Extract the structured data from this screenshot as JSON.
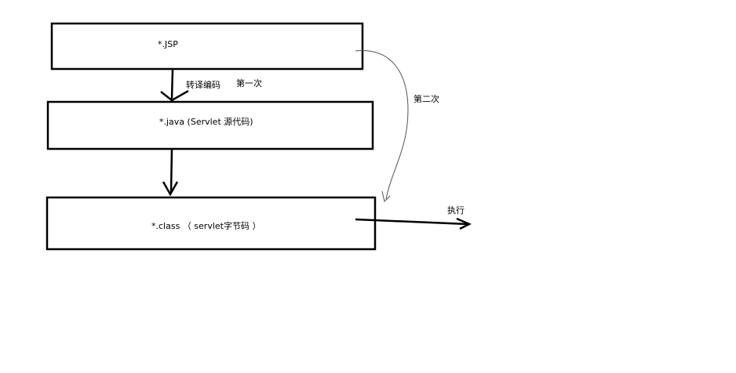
{
  "boxes": {
    "jsp": "*.JSP",
    "java": "*.java (Servlet 源代码)",
    "class": "*.class （ servlet字节码 ）"
  },
  "arrows": {
    "translate": "转译编码",
    "first": "第一次",
    "second": "第二次",
    "execute": "执行"
  },
  "colors": {
    "stroke": "#000000",
    "thin_stroke": "#555555",
    "background": "#ffffff"
  }
}
